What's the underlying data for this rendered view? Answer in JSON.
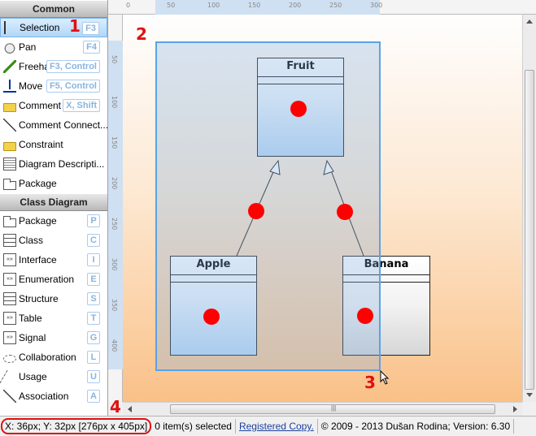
{
  "toolbox": {
    "common_header": "Common",
    "common_items": [
      {
        "label": "Selection",
        "shortcut": "F3",
        "icon": "cursor-icon",
        "selected": true
      },
      {
        "label": "Pan",
        "shortcut": "F4",
        "icon": "hand-icon"
      },
      {
        "label": "Freehand",
        "shortcut": "F3, Control",
        "icon": "pen-icon"
      },
      {
        "label": "Move",
        "shortcut": "F5, Control",
        "icon": "move-icon"
      },
      {
        "label": "Comment",
        "shortcut": "X, Shift",
        "icon": "comment-folder-icon"
      },
      {
        "label": "Comment  Connect...",
        "shortcut": "",
        "icon": "connector-line-icon"
      },
      {
        "label": "Constraint",
        "shortcut": "",
        "icon": "constraint-folder-icon"
      },
      {
        "label": "Diagram Descripti...",
        "shortcut": "",
        "icon": "diagram-description-icon"
      },
      {
        "label": "Package",
        "shortcut": "",
        "icon": "package-icon"
      }
    ],
    "class_header": "Class Diagram",
    "class_items": [
      {
        "label": "Package",
        "shortcut": "P",
        "icon": "package-icon"
      },
      {
        "label": "Class",
        "shortcut": "C",
        "icon": "class-icon"
      },
      {
        "label": "Interface",
        "shortcut": "I",
        "icon": "interface-icon"
      },
      {
        "label": "Enumeration",
        "shortcut": "E",
        "icon": "enumeration-icon"
      },
      {
        "label": "Structure",
        "shortcut": "S",
        "icon": "structure-icon"
      },
      {
        "label": "Table",
        "shortcut": "T",
        "icon": "table-icon"
      },
      {
        "label": "Signal",
        "shortcut": "G",
        "icon": "signal-icon"
      },
      {
        "label": "Collaboration",
        "shortcut": "L",
        "icon": "collaboration-icon"
      },
      {
        "label": "Usage",
        "shortcut": "U",
        "icon": "usage-icon"
      },
      {
        "label": "Association",
        "shortcut": "A",
        "icon": "association-icon"
      }
    ]
  },
  "ruler": {
    "top_ticks": [
      "0",
      "50",
      "100",
      "150",
      "200",
      "250",
      "300"
    ],
    "left_ticks": [
      "50",
      "100",
      "150",
      "200",
      "250",
      "300",
      "350",
      "400"
    ]
  },
  "diagram": {
    "classes": {
      "fruit": "Fruit",
      "apple": "Apple",
      "banana": "Banana"
    }
  },
  "callouts": {
    "c1": "1",
    "c2": "2",
    "c3": "3",
    "c4": "4"
  },
  "statusbar": {
    "coords": "X: 36px; Y: 32px  [276px x 405px]",
    "selection": "0 item(s) selected",
    "link": "Registered Copy.",
    "copyright": "© 2009 - 2013 Dušan Rodina; Version: 6.30"
  },
  "colors": {
    "selection_accent": "#5aa3e6",
    "callout": "#e01010",
    "marker": "#ff0000"
  }
}
